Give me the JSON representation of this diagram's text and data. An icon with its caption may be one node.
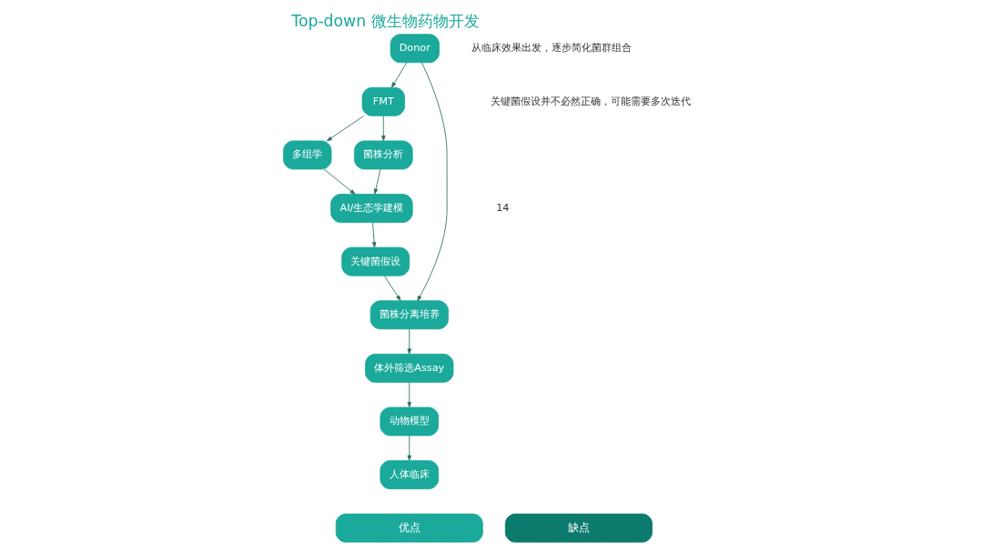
{
  "diagram": {
    "title": "Top-down 微生物药物开发",
    "nodes": [
      {
        "text": [
          "FMT"
        ]
      },
      {
        "text": [
          "Donor"
        ]
      },
      {
        "text": [
          "多组学"
        ]
      },
      {
        "text": [
          "菌株分析"
        ]
      },
      {
        "text": [
          "AI/生态学建模"
        ]
      },
      {
        "text": [
          "关键菌假设"
        ]
      },
      {
        "text": [
          "菌株分离培养"
        ]
      },
      {
        "text": [
          "体外筛选Assay"
        ]
      },
      {
        "text": [
          "动物模型"
        ]
      },
      {
        "text": [
          "人体临床"
        ]
      },
      {
        "text": [
          "优点"
        ]
      },
      {
        "text": [
          "缺点"
        ]
      }
    ],
    "edges": [
      {
        "from": 1,
        "to": 0,
        "arrow": "to"
      },
      {
        "from": 0,
        "to": 2,
        "arrow": "to"
      },
      {
        "from": 0,
        "to": 3,
        "arrow": "to"
      },
      {
        "from": 2,
        "to": 4,
        "arrow": "to"
      },
      {
        "from": 3,
        "to": 4,
        "arrow": "to"
      },
      {
        "from": 4,
        "to": 5,
        "arrow": "to"
      },
      {
        "from": 1,
        "to": 6,
        "arrow": "to"
      },
      {
        "from": 5,
        "to": 6,
        "arrow": "to"
      },
      {
        "from": 6,
        "to": 7,
        "arrow": "to"
      },
      {
        "from": 7,
        "to": 8,
        "arrow": "to"
      },
      {
        "from": 8,
        "to": 9,
        "arrow": "to"
      }
    ],
    "labels": [
      "从临床效果出发，逐步简化菌群组合",
      "关键菌假设并不必然正确，可能需要多次迭代",
      "14"
    ]
  }
}
